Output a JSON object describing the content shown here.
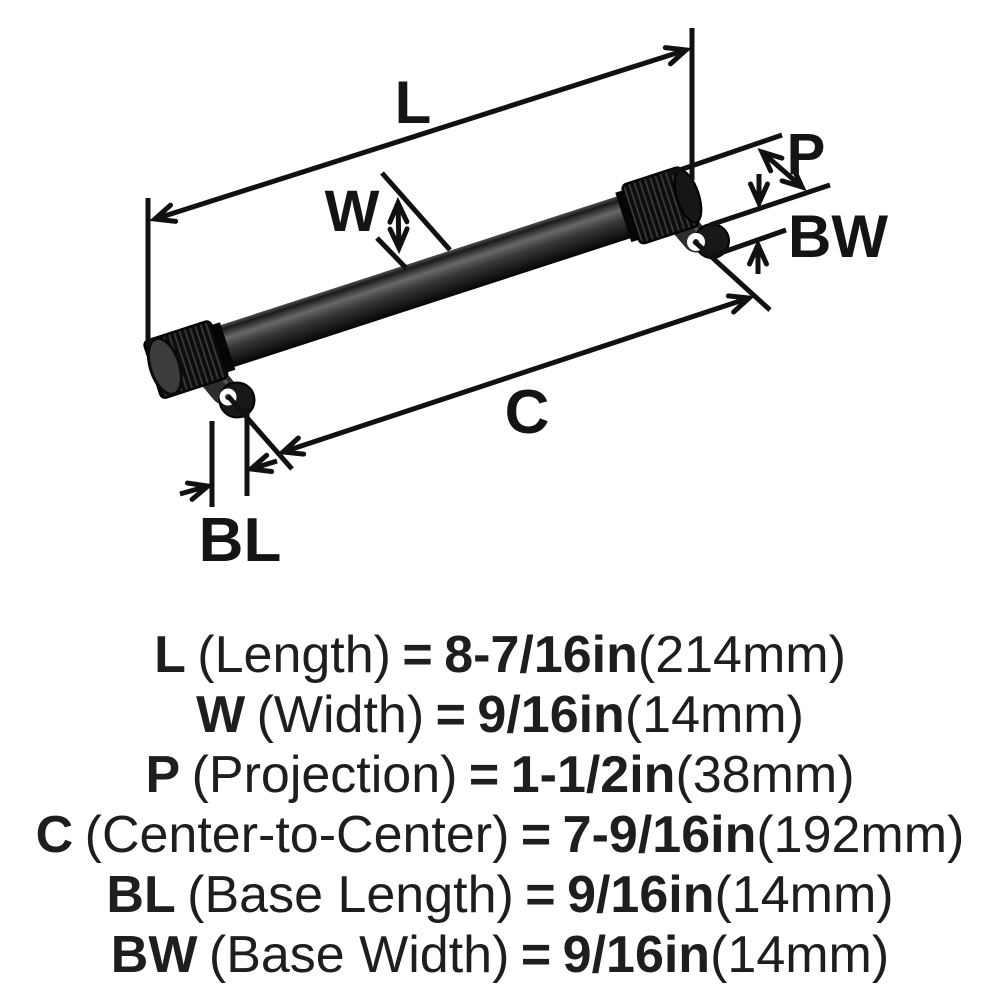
{
  "diagram": {
    "dimension_labels": {
      "length": "L",
      "width": "W",
      "projection": "P",
      "center_to_center": "C",
      "base_length": "BL",
      "base_width": "BW"
    }
  },
  "specs": [
    {
      "abbr": "L",
      "label": "(Length)",
      "equals": "=",
      "imperial": "8-7/16in",
      "metric": "(214mm)"
    },
    {
      "abbr": "W",
      "label": "(Width)",
      "equals": "=",
      "imperial": "9/16in",
      "metric": "(14mm)"
    },
    {
      "abbr": "P",
      "label": "(Projection)",
      "equals": "=",
      "imperial": "1-1/2in",
      "metric": "(38mm)"
    },
    {
      "abbr": "C",
      "label": "(Center-to-Center)",
      "equals": "=",
      "imperial": "7-9/16in",
      "metric": "(192mm)"
    },
    {
      "abbr": "BL",
      "label": "(Base Length)",
      "equals": "=",
      "imperial": "9/16in",
      "metric": "(14mm)"
    },
    {
      "abbr": "BW",
      "label": "(Base Width)",
      "equals": "=",
      "imperial": "9/16in",
      "metric": "(14mm)"
    }
  ],
  "colors": {
    "background": "#ffffff",
    "dimension_lines": "#111111",
    "spec_text": "#1e1e1e",
    "handle_black": "#0e0e0e",
    "handle_highlight": "#686868",
    "cap_face_gray": "#3c3c3c",
    "screw_hole_white": "#ffffff"
  }
}
